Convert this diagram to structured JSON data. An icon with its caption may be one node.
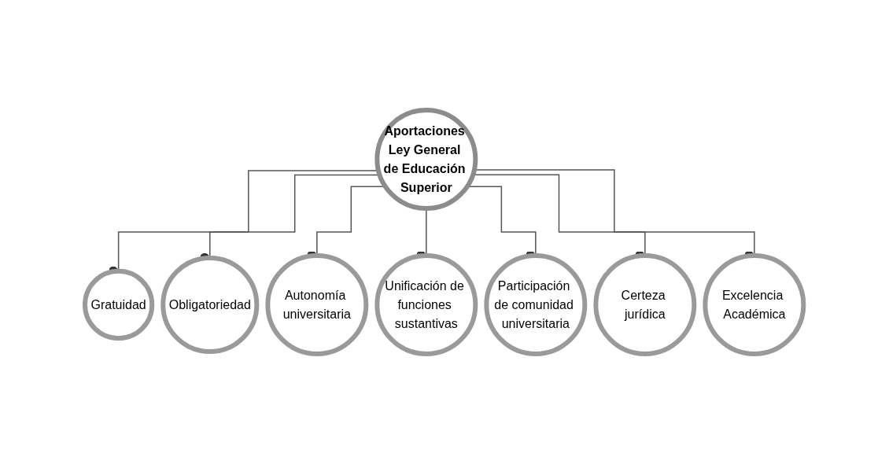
{
  "diagram": {
    "nodes": [
      {
        "text": [
          "Aportaciones Ley General de Educación Superior"
        ]
      },
      {
        "text": [
          "Gratuidad"
        ]
      },
      {
        "text": [
          "Obligatoriedad"
        ]
      },
      {
        "text": [
          "Autonomía universitaria"
        ]
      },
      {
        "text": [
          "Unificación de funciones sustantivas"
        ]
      },
      {
        "text": [
          "Participación de comunidad universitaria"
        ]
      },
      {
        "text": [
          "Certeza jurídica"
        ]
      },
      {
        "text": [
          "Excelencia Académica"
        ]
      }
    ],
    "edges": [
      {
        "from": 0,
        "to": 1,
        "arrow": "other"
      },
      {
        "from": 0,
        "to": 2,
        "arrow": "other"
      },
      {
        "from": 0,
        "to": 3,
        "arrow": "other"
      },
      {
        "from": 0,
        "to": 4,
        "arrow": "other"
      },
      {
        "from": 0,
        "to": 5,
        "arrow": "other"
      },
      {
        "from": 0,
        "to": 6,
        "arrow": "other"
      },
      {
        "from": 0,
        "to": 7,
        "arrow": "other"
      }
    ]
  }
}
